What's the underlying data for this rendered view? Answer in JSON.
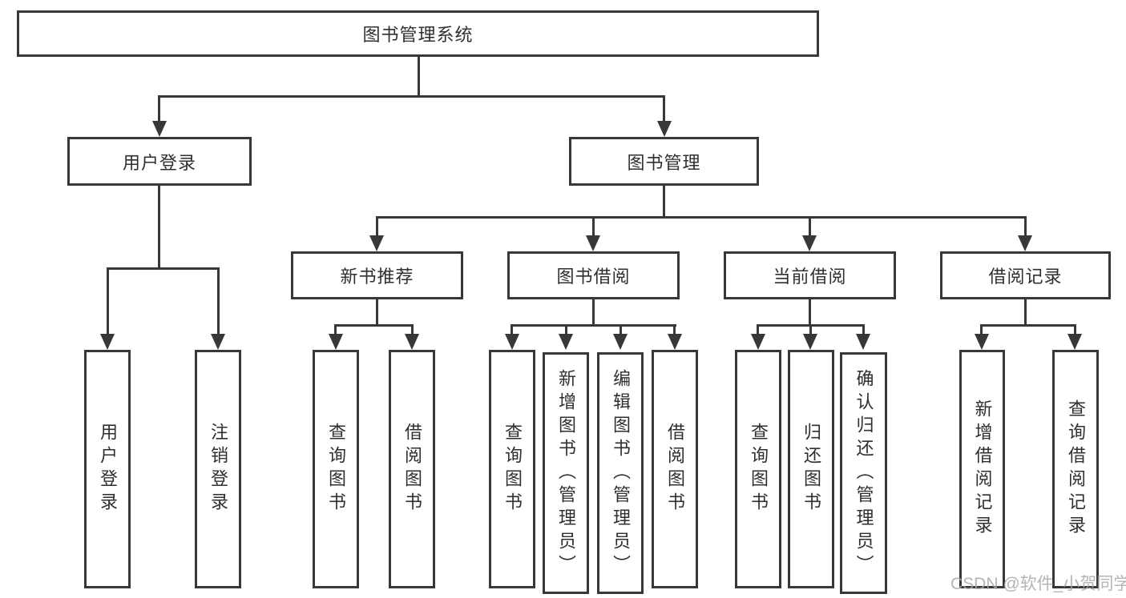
{
  "title_node": "图书管理系统",
  "level2": {
    "user_login": "用户登录",
    "book_management": "图书管理"
  },
  "level3": {
    "new_book_recommend": "新书推荐",
    "book_borrowing": "图书借阅",
    "current_borrowing": "当前借阅",
    "borrowing_records": "借阅记录"
  },
  "level4": {
    "user_login_children": [
      "用户登录",
      "注销登录"
    ],
    "new_book_recommend_children": [
      "查询图书",
      "借阅图书"
    ],
    "book_borrowing_children": [
      "查询图书",
      "新增图书（管理员）",
      "编辑图书（管理员）",
      "借阅图书"
    ],
    "current_borrowing_children": [
      "查询图书",
      "归还图书",
      "确认归还（管理员）"
    ],
    "borrowing_records_children": [
      "新增借阅记录",
      "查询借阅记录"
    ]
  },
  "watermark": "CSDN @软件_小贺同学",
  "colors": {
    "line": "#383838",
    "border": "#383838",
    "text": "#2f2f2f",
    "watermark": "#a8a8a8",
    "background": "#ffffff"
  }
}
